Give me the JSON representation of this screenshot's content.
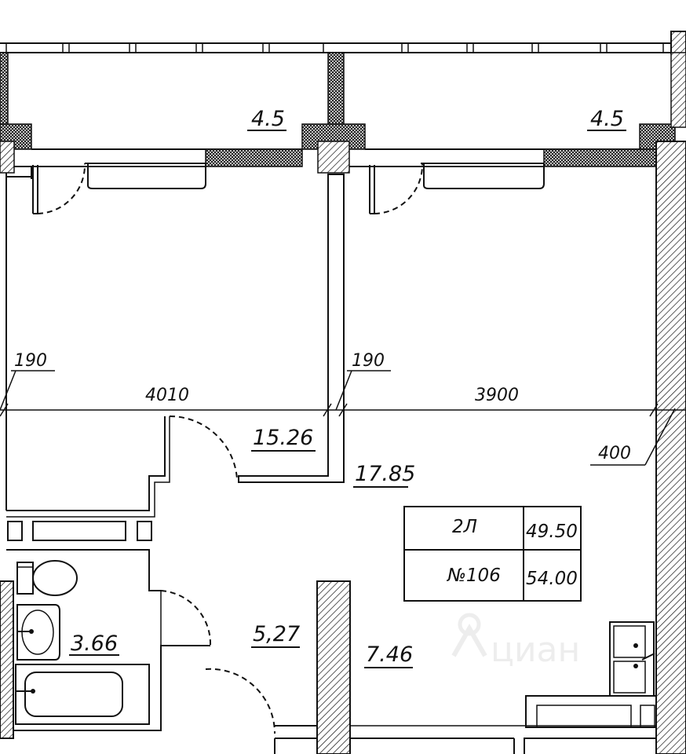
{
  "plan": {
    "rooms": [
      {
        "id": "balcony-left",
        "area": "4.5"
      },
      {
        "id": "balcony-right",
        "area": "4.5"
      },
      {
        "id": "bedroom",
        "area": "15.26"
      },
      {
        "id": "living-room",
        "area": "17.85"
      },
      {
        "id": "bathroom",
        "area": "3.66"
      },
      {
        "id": "hallway",
        "area": "5,27"
      },
      {
        "id": "kitchen",
        "area": "7.46"
      }
    ],
    "dimensions": {
      "wall_left": "190",
      "room_left_width": "4010",
      "wall_mid": "190",
      "room_right_width": "3900",
      "wall_right": "400"
    },
    "apartment_table": {
      "type": "2Л",
      "number": "№106",
      "living_area": "49.50",
      "total_area": "54.00"
    },
    "colors": {
      "line": "#111111",
      "background": "#ffffff",
      "watermark": "#e6e6e6"
    }
  }
}
